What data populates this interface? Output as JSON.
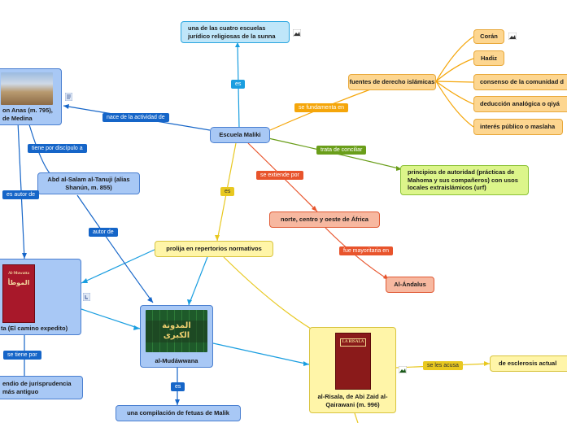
{
  "nodes": {
    "escuela": "Escuela Maliki",
    "cuatro": "una de las cuatro escuelas jurídico religiosas de la sunna",
    "malik": "on Anas (m. 795), de Medina",
    "abd": "Abd al-Salam al-Tanuji (alias Shanún, m. 855)",
    "fuentes": "fuentes de derecho islámicas",
    "coran": "Corán",
    "hadiz": "Hadiz",
    "consenso": "consenso de la comunidad d",
    "deduccion": "deducción analógica o qiyá",
    "interes": "interés público o maslaha",
    "principios": "principios de autoridad (prácticas de Mahoma y sus compañeros) con usos locales extraislámicos (urf)",
    "norte": "norte, centro y oeste de África",
    "andalus": "Al-Ándalus",
    "prolija": "prolija en repertorios normativos",
    "muwatta": "ta (El camino expedito)",
    "mudawwana": "al-Mudáwwana",
    "risala": "al-Risala, de Abi Zaid al-Qairawani (m. 996)",
    "esclerosis": "de esclerosis actual",
    "compendio": "endio de jurisprudencia más antiguo",
    "compilacion": "una compilación de fetuas de Malik"
  },
  "labels": {
    "es_top": "es",
    "fundamenta": "se fundamenta en",
    "nace": "nace de la actividad de",
    "discipulo": "tiene por discípulo a",
    "es_autor": "es autor de",
    "autor": "autor de",
    "conciliar": "trata de conciliar",
    "extiende": "se extiende por",
    "es_mid": "es",
    "mayoritaria": "fue mayoritaria en",
    "tiene_por": "se tiene por",
    "es_bottom": "es",
    "acusa": "se les acusa"
  },
  "book_titles": {
    "muwatta_top": "Al-Muwatta",
    "muwatta_arabic": "الموطأ",
    "mudawwana_arabic": "المدونة الكبرى",
    "risala_title": "LA RISALA"
  },
  "icons": [
    "note-icon",
    "link-icon",
    "image-icon",
    "image-icon-2",
    "image-icon-3"
  ],
  "colors": {
    "blue": "#1565c8",
    "teal": "#1a9ee0",
    "orange": "#f5a60a",
    "red": "#e8542c",
    "olive": "#6a9e1a",
    "yellow": "#e8c820"
  }
}
